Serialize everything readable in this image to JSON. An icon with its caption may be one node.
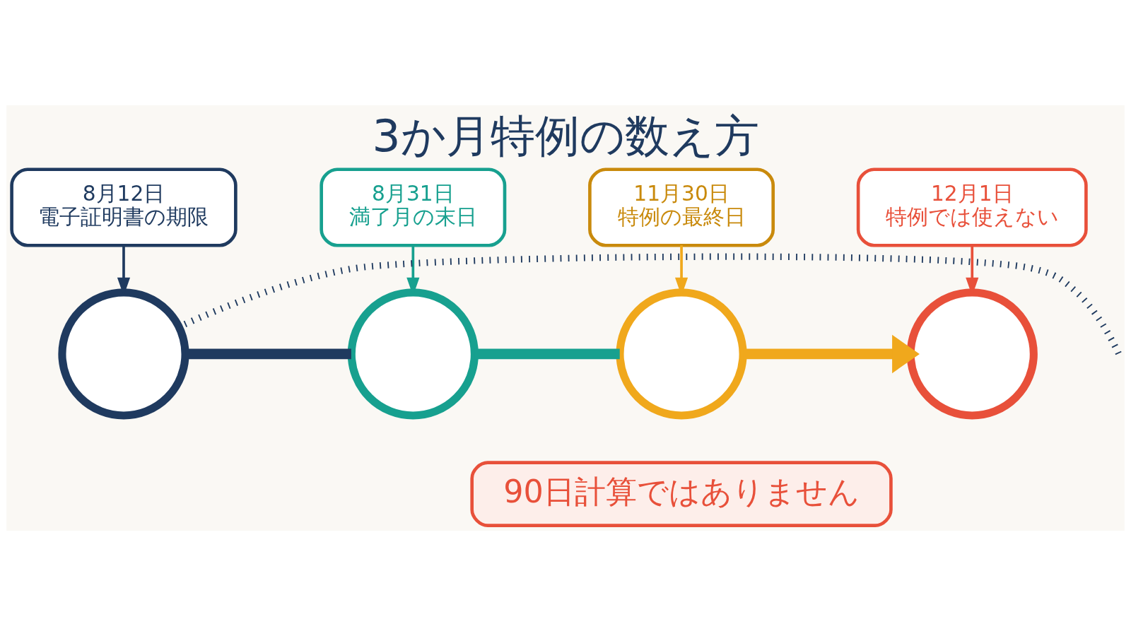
{
  "diagram": {
    "title": "3か月特例の数え方",
    "nodes": [
      {
        "text": [
          "8月12日",
          "電子証明書の期限"
        ]
      },
      {
        "text": [
          "8月31日",
          "満了月の末日"
        ]
      },
      {
        "text": [
          "11月30日",
          "特例の最終日"
        ]
      },
      {
        "text": [
          "12月1日",
          "特例では使えない"
        ]
      },
      {
        "text": [],
        "shape": "circle"
      },
      {
        "text": [],
        "shape": "circle"
      },
      {
        "text": [],
        "shape": "circle"
      },
      {
        "text": [],
        "shape": "circle"
      },
      {
        "text": [
          "90日計算ではありません"
        ]
      }
    ],
    "edges": [
      {
        "from": 0,
        "to": 4,
        "arrow": "to",
        "color": "#1f3a5f"
      },
      {
        "from": 1,
        "to": 5,
        "arrow": "to",
        "color": "#17a08f"
      },
      {
        "from": 2,
        "to": 6,
        "arrow": "to",
        "color": "#f0a81c"
      },
      {
        "from": 3,
        "to": 7,
        "arrow": "to",
        "color": "#e8503a"
      },
      {
        "from": null,
        "to": 4,
        "arrow": "none",
        "style": "dashed",
        "color": "#1f3a5f"
      },
      {
        "from": 4,
        "to": 5,
        "arrow": "none",
        "style": "thick",
        "color": "#1f3a5f"
      },
      {
        "from": 5,
        "to": 6,
        "arrow": "none",
        "style": "thick",
        "color": "#17a08f"
      },
      {
        "from": 6,
        "to": 7,
        "arrow": "to",
        "style": "thick",
        "color": "#f0a81c"
      }
    ]
  }
}
